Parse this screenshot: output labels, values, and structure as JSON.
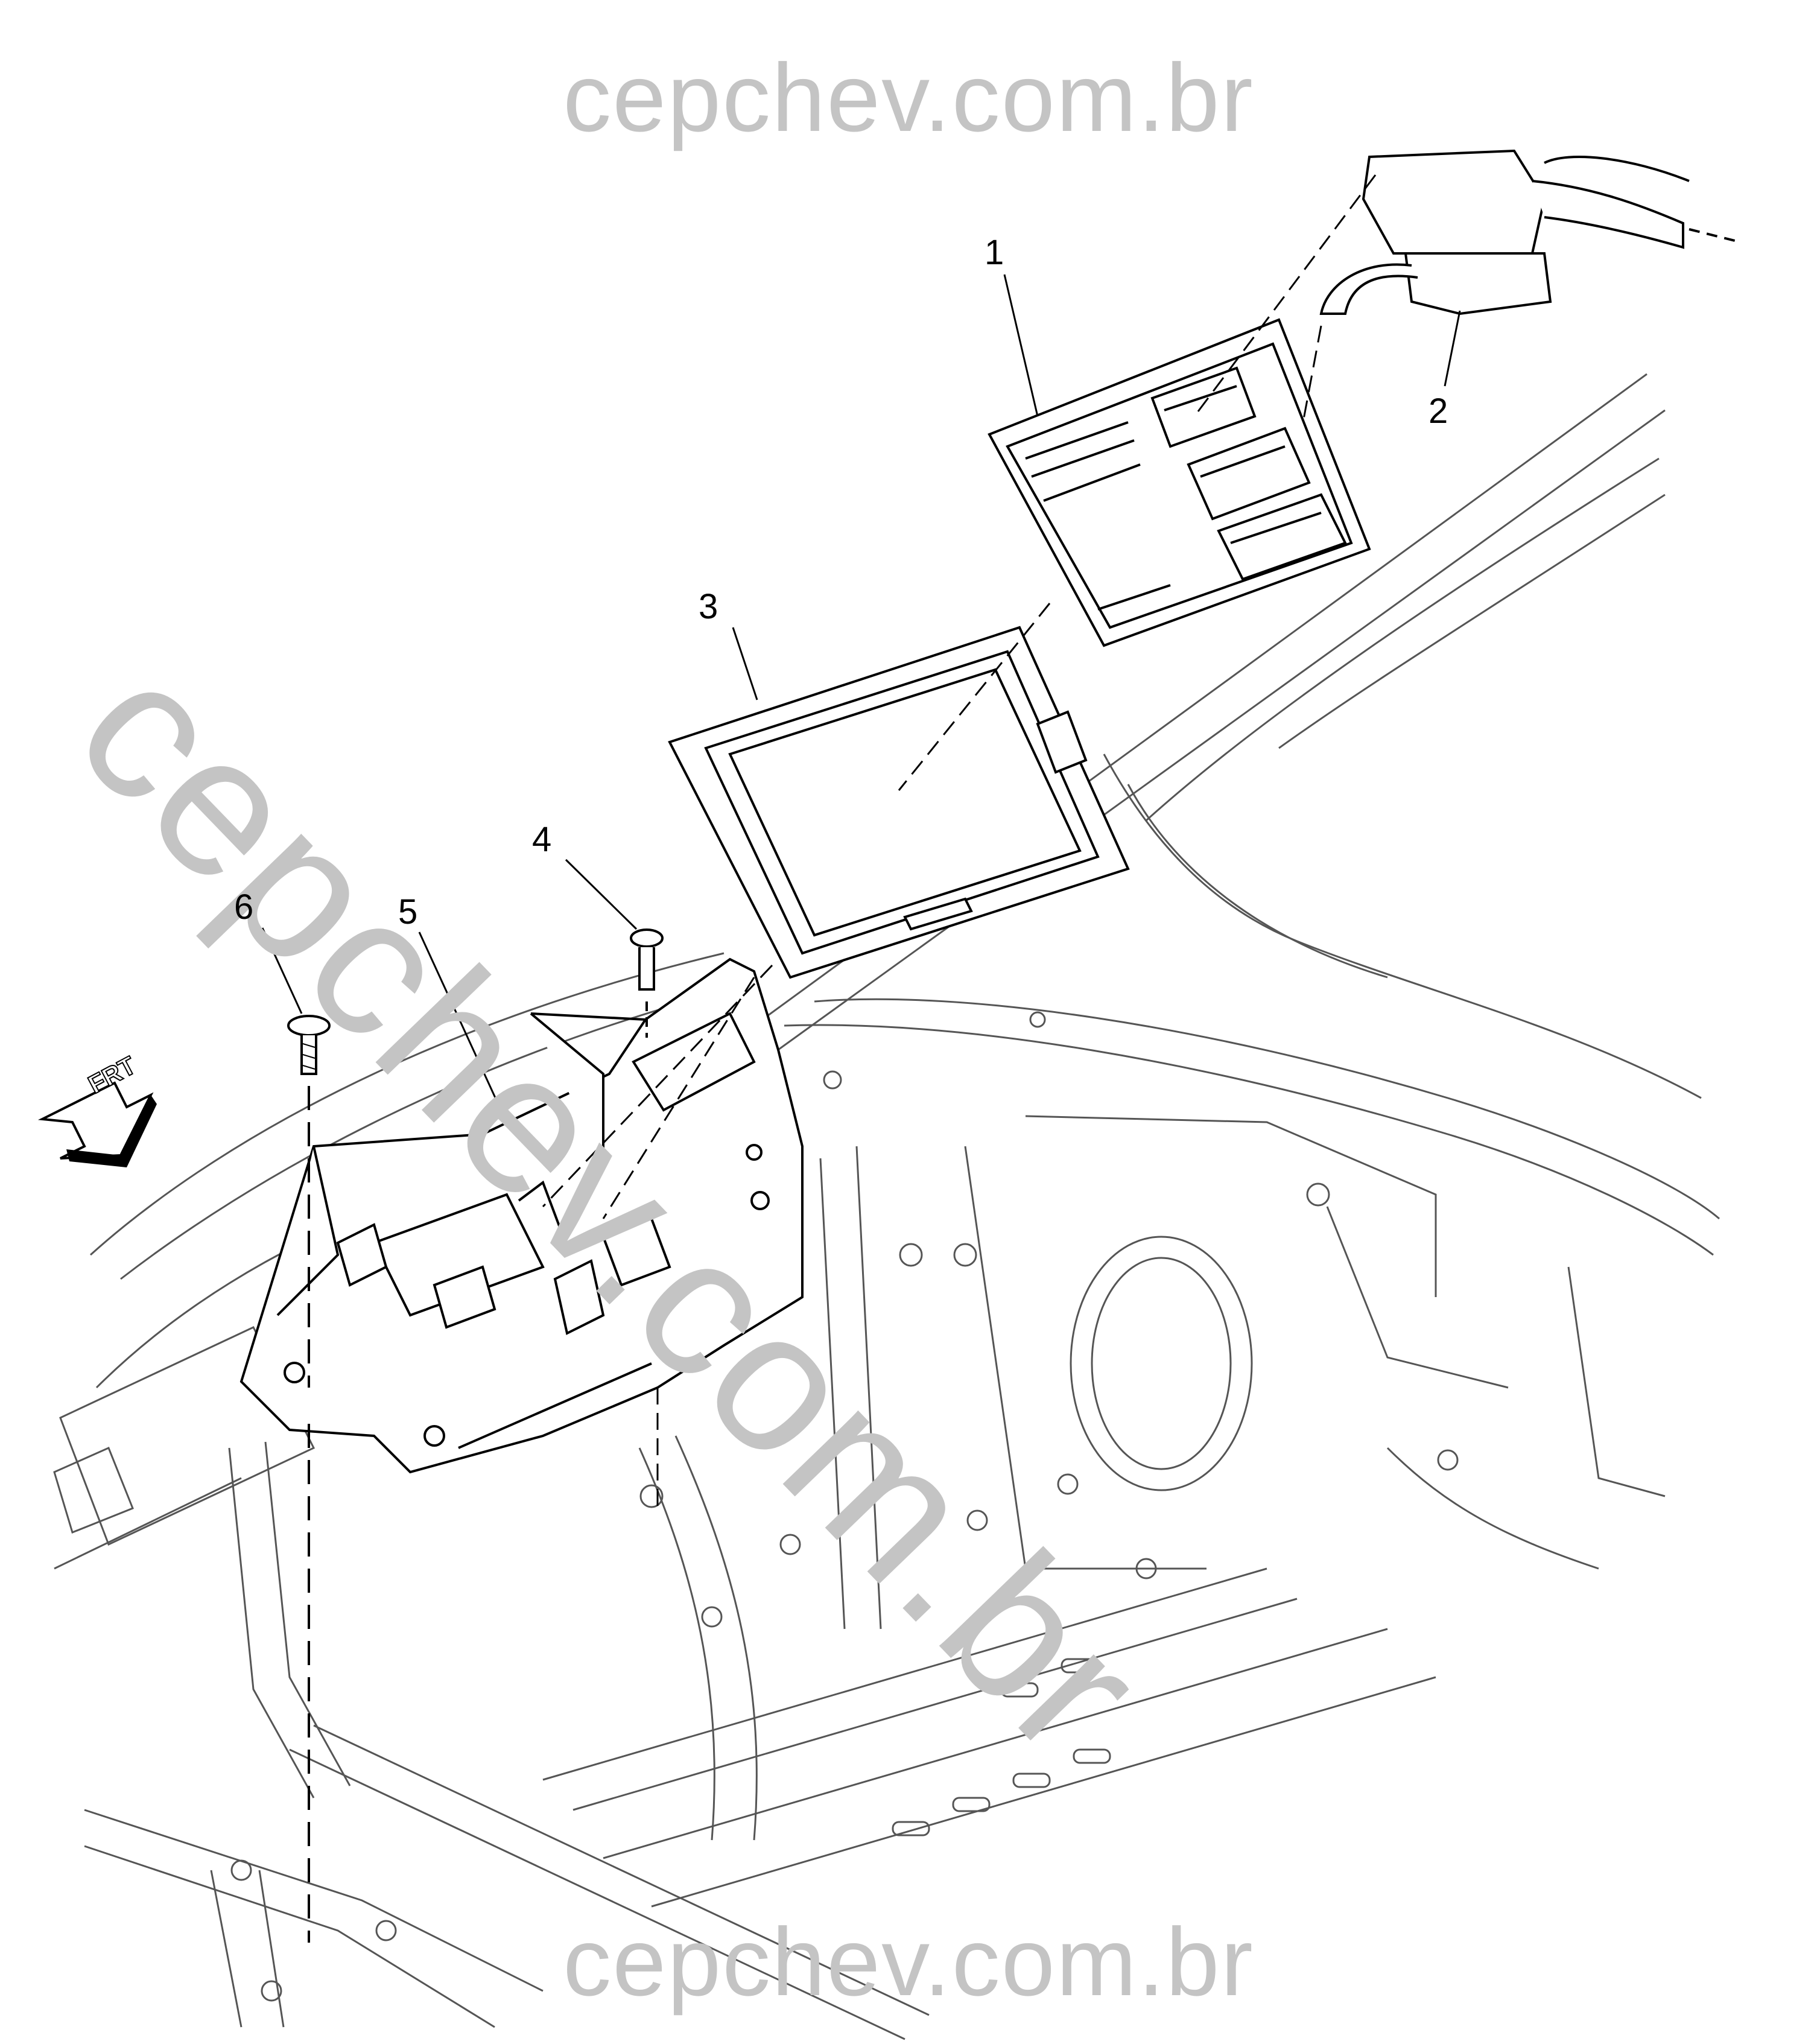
{
  "watermark": {
    "top_text": "cepchev.com.br",
    "diagonal_text": "cepchev.com.br",
    "bottom_text": "cepchev.com.br",
    "color": "#c4c4c4"
  },
  "callouts": [
    {
      "id": "1",
      "label": "1"
    },
    {
      "id": "2",
      "label": "2"
    },
    {
      "id": "3",
      "label": "3"
    },
    {
      "id": "4",
      "label": "4"
    },
    {
      "id": "5",
      "label": "5"
    },
    {
      "id": "6",
      "label": "6"
    }
  ],
  "direction_indicator": {
    "label": "FRT",
    "icon": "front-arrow-icon"
  },
  "colors": {
    "line": "#000000",
    "body_line": "#555555",
    "background": "#ffffff"
  }
}
